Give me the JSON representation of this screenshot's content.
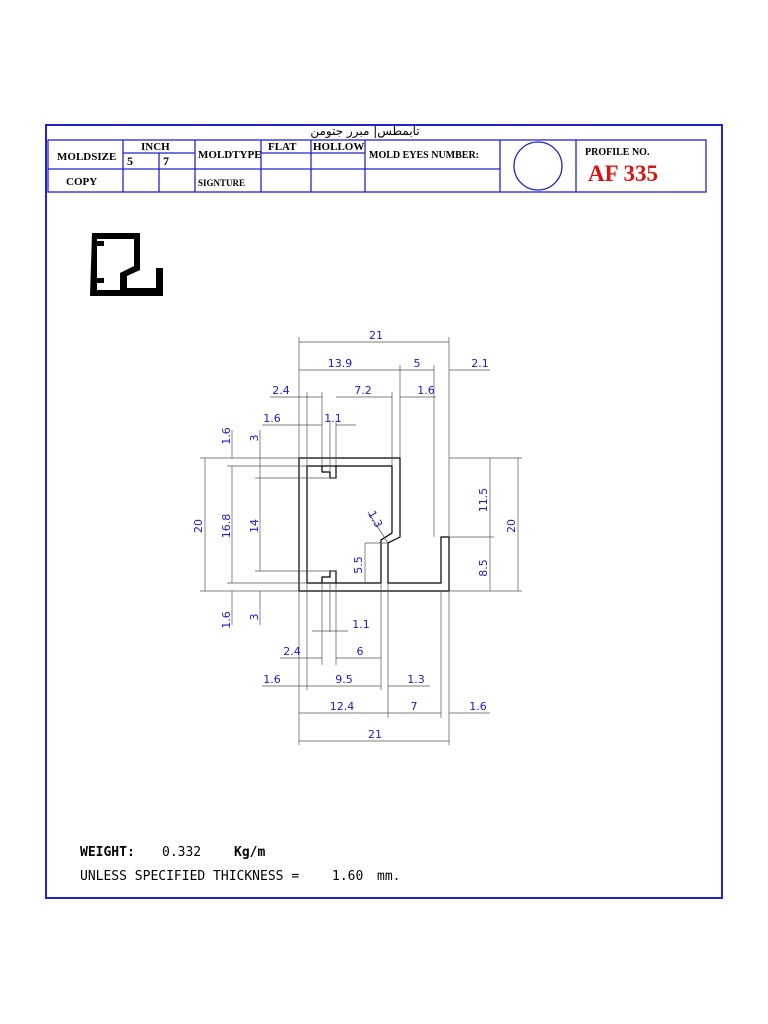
{
  "header": {
    "arabic_title": "تابمطس| مبرر جتومن",
    "moldsize_label": "MOLDSIZE",
    "inch_label": "INCH",
    "inch_a": "5",
    "inch_b": "7",
    "moldtype_label": "MOLDTYPE",
    "flat_label": "FLAT",
    "hollow_label": "HOLLOW",
    "mold_eyes_label": "MOLD EYES NUMBER:",
    "profile_no_label": "PROFILE NO.",
    "profile_no": "AF 335",
    "copy_label": "COPY",
    "signature_label": "SIGNTURE"
  },
  "dimensions": {
    "top_overall": "21",
    "top_13_9": "13.9",
    "top_5": "5",
    "top_2_1": "2.1",
    "top_2_4": "2.4",
    "top_7_2": "7.2",
    "top_1_6b": "1.6",
    "top_1_6": "1.6",
    "top_1_1": "1.1",
    "left_1_6_top": "1.6",
    "left_3_top": "3",
    "left_20": "20",
    "left_16_8": "16.8",
    "left_14": "14",
    "left_1_6_bot": "1.6",
    "left_3_bot": "3",
    "center_5_5": "5.5",
    "center_1_3": "1.3",
    "right_11_5": "11.5",
    "right_8_5": "8.5",
    "right_20": "20",
    "bot_1_1": "1.1",
    "bot_2_4": "2.4",
    "bot_6": "6",
    "bot_1_6": "1.6",
    "bot_9_5": "9.5",
    "bot_1_3": "1.3",
    "bot_12_4": "12.4",
    "bot_7": "7",
    "bot_1_6b": "1.6",
    "bot_overall": "21"
  },
  "footer": {
    "weight_label": "WEIGHT:",
    "weight_value": "0.332",
    "weight_unit": "Kg/m",
    "thickness_label": "UNLESS SPECIFIED THICKNESS =",
    "thickness_value": "1.60",
    "thickness_unit": "mm."
  },
  "colors": {
    "frame": "#2222cc",
    "profile_no": "#dd1111",
    "dimension": "#1a1acc"
  }
}
